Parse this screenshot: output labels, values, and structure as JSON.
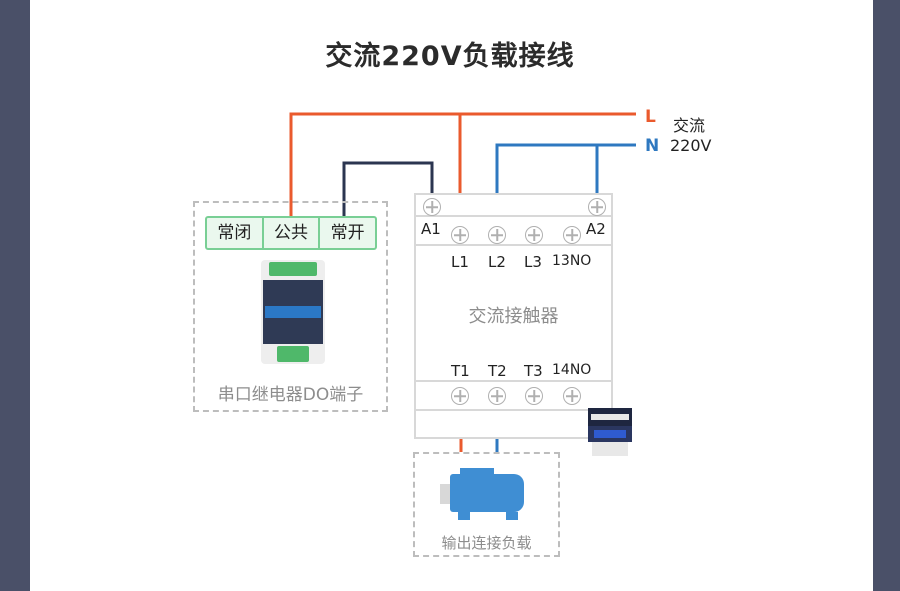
{
  "title": "交流220V负载接线",
  "power": {
    "L_label": "L",
    "N_label": "N",
    "desc_line1": "交流",
    "desc_line2": "220V"
  },
  "relay": {
    "terminals": [
      "常闭",
      "公共",
      "常开"
    ],
    "caption": "串口继电器DO端子"
  },
  "contactor": {
    "coil_a1": "A1",
    "coil_a2": "A2",
    "top_terminals": [
      "L1",
      "L2",
      "L3",
      "13NO"
    ],
    "name": "交流接触器",
    "bottom_terminals": [
      "T1",
      "T2",
      "T3",
      "14NO"
    ]
  },
  "load": {
    "caption": "输出连接负载"
  },
  "colors": {
    "live": "#ea5a2d",
    "neutral": "#2e78c0",
    "control": "#2b3550",
    "frame": "#4a5068"
  }
}
